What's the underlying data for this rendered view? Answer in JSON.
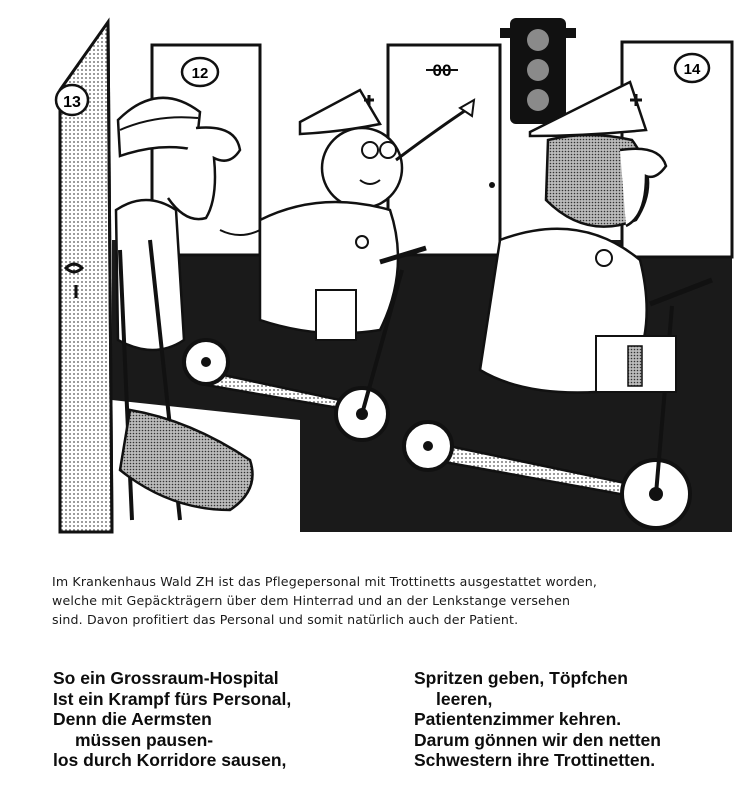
{
  "illustration": {
    "door_numbers": [
      "13",
      "12",
      "00",
      "14"
    ],
    "icons": [
      "traffic-light-icon",
      "red-cross-icon"
    ],
    "colors": {
      "ink": "#111111",
      "paper": "#ffffff",
      "floor": "#1a1a1a",
      "shade": "#9a9a9a"
    }
  },
  "caption": {
    "lines": [
      "Im Krankenhaus Wald ZH ist das Pflegepersonal mit Trottinetts ausgestattet worden,",
      "welche mit Gepäckträgern über dem Hinterrad und an der Lenkstange versehen",
      "sind. Davon profitiert das Personal und somit natürlich auch der Patient."
    ]
  },
  "poem": {
    "left": [
      "So ein Grossraum-Hospital",
      "Ist ein Krampf fürs Personal,",
      "Denn die Aermsten",
      "müssen pausen-",
      "los durch Korridore sausen,"
    ],
    "right": [
      "Spritzen geben, Töpfchen",
      "leeren,",
      "Patientenzimmer kehren.",
      "Darum gönnen wir den netten",
      "Schwestern ihre Trottinetten."
    ]
  }
}
